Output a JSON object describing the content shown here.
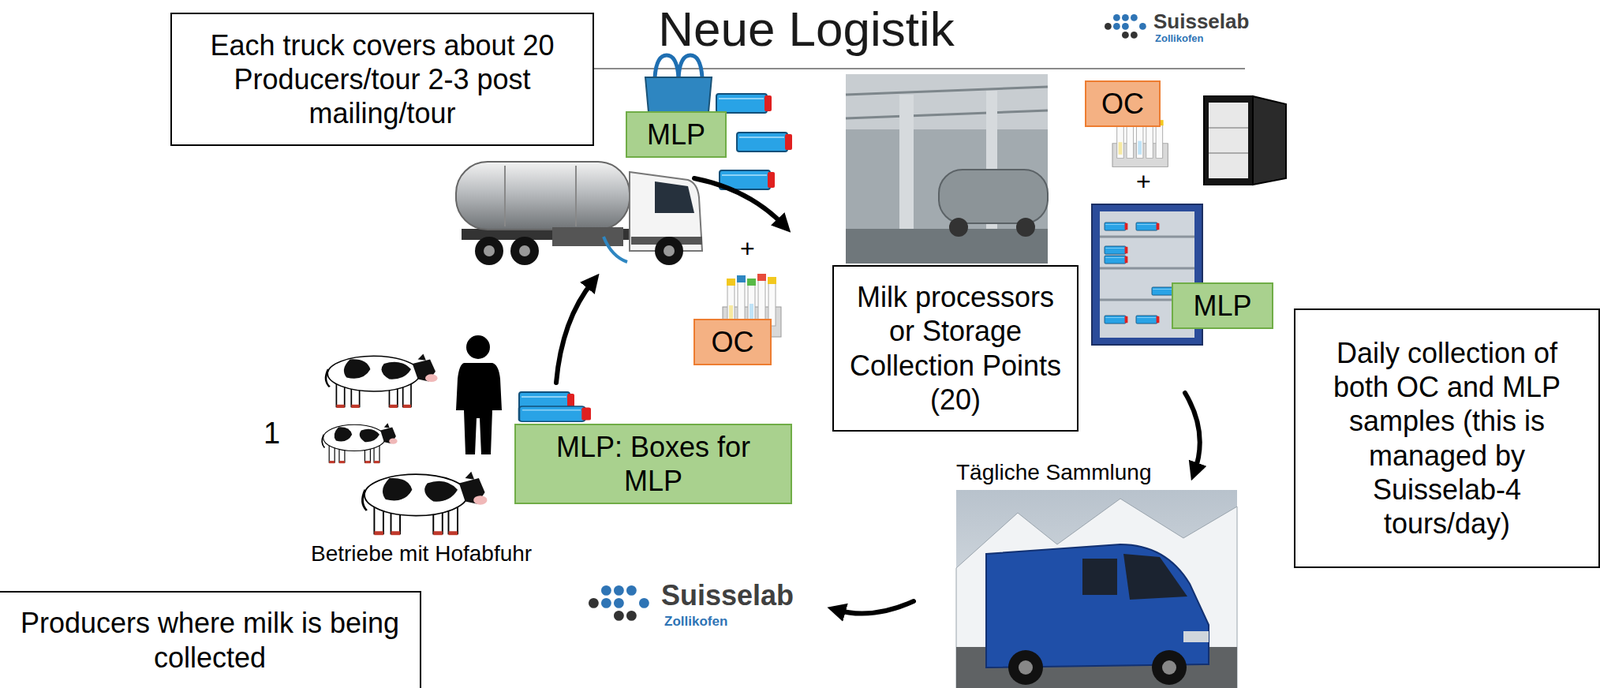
{
  "diagram": {
    "title": "Neue Logistik",
    "nodes": [
      {
        "text": [
          "Each truck covers about 20 Producers/tour 2-3 post mailing/tour"
        ]
      },
      {
        "text": [
          "MLP"
        ]
      },
      {
        "text": [
          "OC"
        ]
      },
      {
        "text": [
          "Milk processors or Storage Collection Points (20)"
        ]
      },
      {
        "text": [
          "OC"
        ]
      },
      {
        "text": [
          "MLP"
        ]
      },
      {
        "text": [
          "Daily collection of both OC and MLP samples (this is managed by Suisselab-4 tours/day)"
        ]
      },
      {
        "text": [
          "MLP: Boxes for MLP"
        ]
      },
      {
        "text": [
          "Producers where milk is being collected"
        ]
      }
    ],
    "labels": [
      "Suisselab",
      "Zollikofen",
      "+",
      "+",
      "1",
      "Betriebe mit Hofabfuhr",
      "Tägliche Sammlung",
      "Suisselab",
      "Zollikofen"
    ]
  }
}
